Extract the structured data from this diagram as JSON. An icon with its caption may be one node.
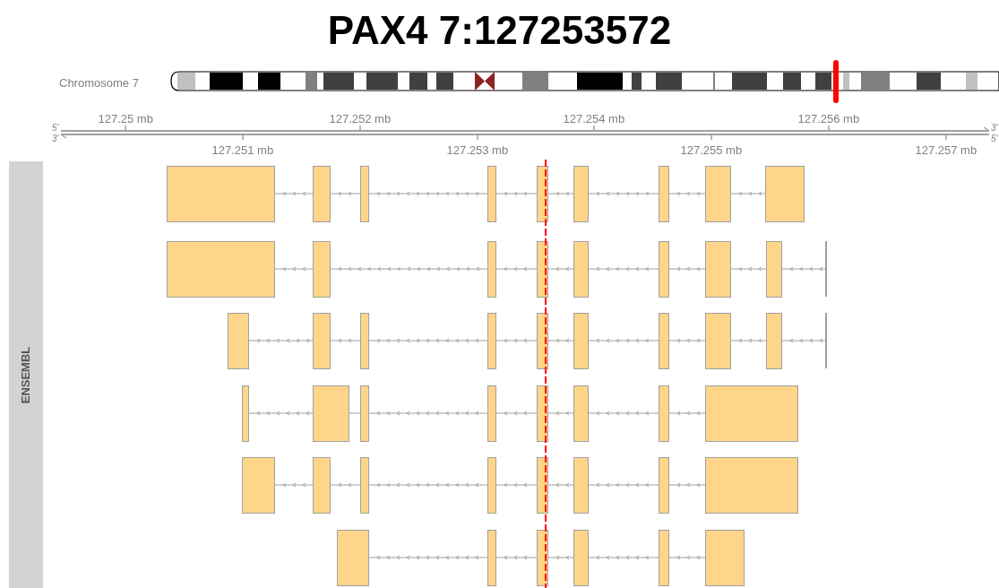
{
  "diagram": {
    "title": "PAX4 7:127253572",
    "labels": [
      "Chromosome 7",
      "127.25 mb",
      "127.252 mb",
      "127.254 mb",
      "127.256 mb",
      "5'",
      "3'",
      "3'",
      "5'",
      "127.251 mb",
      "127.253 mb",
      "127.255 mb",
      "127.257 mb",
      "ENSEMBL"
    ]
  }
}
